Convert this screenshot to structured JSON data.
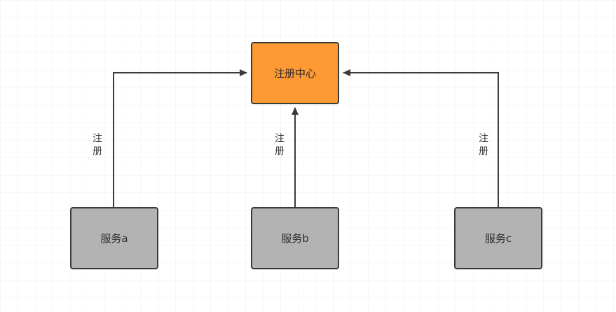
{
  "diagram": {
    "nodes": [
      {
        "id": "center",
        "label": "注册中心",
        "fill": "#ff9933"
      },
      {
        "id": "a",
        "label": "服务a",
        "fill": "#b3b3b3"
      },
      {
        "id": "b",
        "label": "服务b",
        "fill": "#b3b3b3"
      },
      {
        "id": "c",
        "label": "服务c",
        "fill": "#b3b3b3"
      }
    ],
    "edges": [
      {
        "from": "a",
        "to": "center",
        "label": "注册"
      },
      {
        "from": "b",
        "to": "center",
        "label": "注册"
      },
      {
        "from": "c",
        "to": "center",
        "label": "注册"
      }
    ]
  },
  "colors": {
    "grid_line": "#e8e8e8",
    "stroke": "#3a3a3a",
    "center_fill": "#ff9933",
    "service_fill": "#b3b3b3"
  }
}
